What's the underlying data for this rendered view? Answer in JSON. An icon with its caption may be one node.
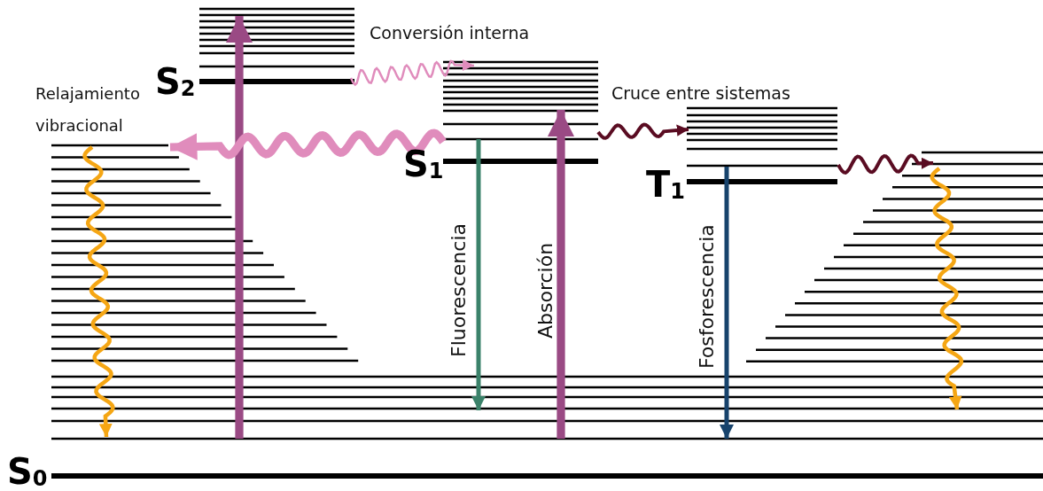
{
  "diagram": {
    "nodes": [
      {
        "text": [
          "S$_{2}$"
        ]
      },
      {
        "text": [
          "S$_{1}$"
        ]
      },
      {
        "text": [
          "T$_{1}$"
        ]
      },
      {
        "text": [
          "S$_{0}$"
        ]
      }
    ],
    "edges": [
      {
        "from": 3,
        "to": 0,
        "arrow": "to",
        "style": "thick",
        "color": "#9a4a84"
      },
      {
        "from": 3,
        "to": 1,
        "arrow": "to",
        "label": "Absorción",
        "style": "thick",
        "color": "#9a4a84"
      },
      {
        "from": 1,
        "to": 3,
        "arrow": "to",
        "label": "Fluorescencia",
        "color": "#3b826a"
      },
      {
        "from": 2,
        "to": 3,
        "arrow": "to",
        "label": "Fosforescencia",
        "color": "#17436c"
      },
      {
        "from": 0,
        "to": 1,
        "arrow": "to",
        "label": "Conversión interna",
        "color": "#e08cbc"
      },
      {
        "from": 1,
        "to": 3,
        "arrow": "to",
        "style": "thick",
        "color": "#e08cbc"
      },
      {
        "from": 1,
        "to": 2,
        "arrow": "to",
        "label": "Cruce entre sistemas",
        "color": "#5a0c22"
      },
      {
        "from": 2,
        "to": 3,
        "arrow": "to",
        "color": "#5a0c22"
      },
      {
        "from": null,
        "to": 3,
        "arrow": "to",
        "label": "Relajamiento vibracional",
        "color": "#f5a614"
      },
      {
        "from": null,
        "to": 3,
        "arrow": "to",
        "color": "#f5a614"
      }
    ]
  }
}
